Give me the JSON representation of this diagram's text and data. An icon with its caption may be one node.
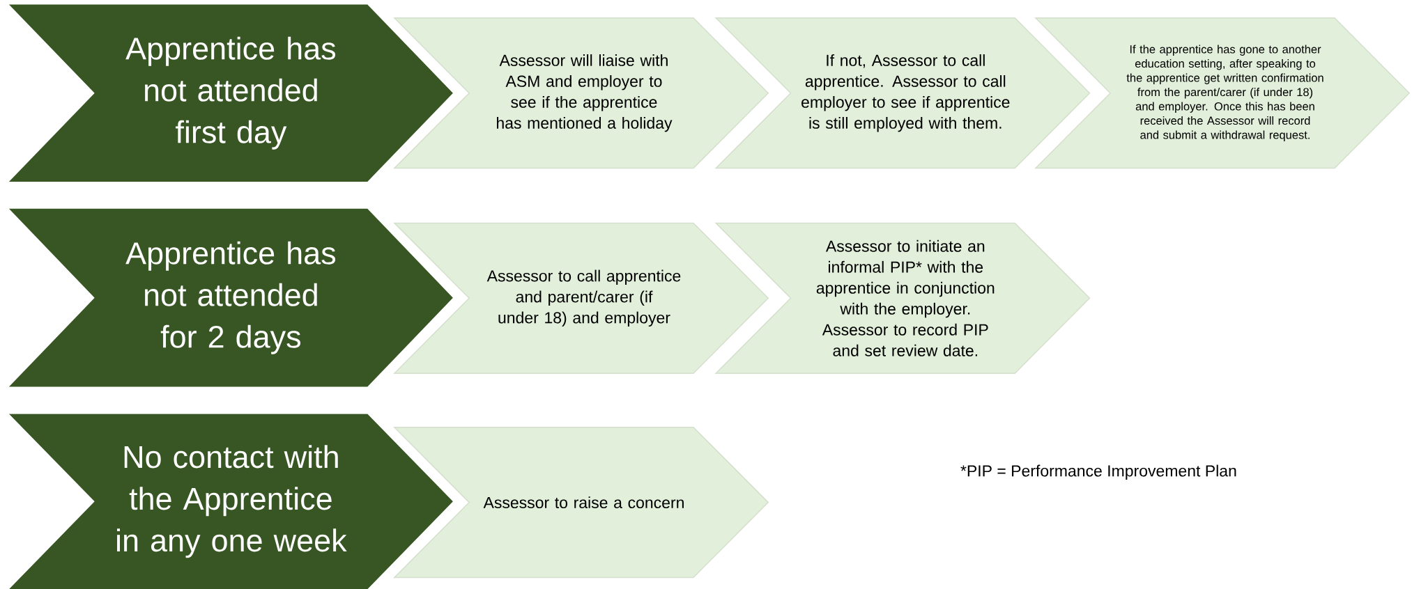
{
  "diagram": {
    "nodes": [
      {
        "text": [
          "Apprentice has not attended first day"
        ]
      },
      {
        "text": [
          "Assessor will liaise with ASM and employer to see if the apprentice has mentioned a holiday"
        ]
      },
      {
        "text": [
          "If not, Assessor to call apprentice. Assessor to call employer to see if apprentice is still employed with them."
        ]
      },
      {
        "text": [
          "If the apprentice has gone to another education setting, after speaking to the apprentice get written confirmation from the parent/carer (if under 18) and employer. Once this has been received the Assessor will record and submit a withdrawal request."
        ]
      },
      {
        "text": [
          "Apprentice has not attended for 2 days"
        ]
      },
      {
        "text": [
          "Assessor to call apprentice and parent/carer (if under 18) and employer"
        ]
      },
      {
        "text": [
          "Assessor to initiate an informal PIP* with the apprentice in conjunction with the employer. Assessor to record PIP and set review date."
        ]
      },
      {
        "text": [
          "No contact with the Apprentice in any one week"
        ]
      },
      {
        "text": [
          "Assessor to raise a concern"
        ]
      }
    ],
    "labels": [
      "*PIP = Performance Improvement Plan"
    ]
  }
}
